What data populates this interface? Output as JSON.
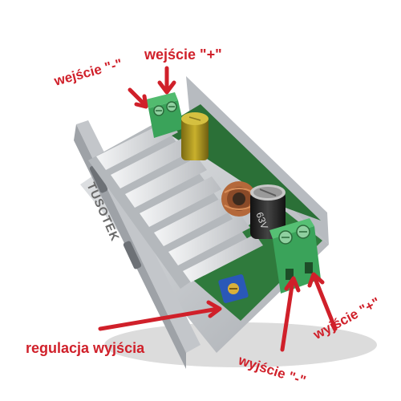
{
  "labels": {
    "input_minus": "wejście \"-\"",
    "input_plus": "wejście \"+\"",
    "output_regulation": "regulacja wyjścia",
    "output_minus": "wyjście \"-\"",
    "output_plus": "wyjście \"+\""
  },
  "device": {
    "brand": "TUSOTEK",
    "capacitor_marking": "63V"
  },
  "colors": {
    "annotation_red": "#d0202a",
    "terminal_green": "#3aa35a",
    "pcb_green": "#2f7a3c",
    "aluminium": "#c9ccd0",
    "trimmer_blue": "#2a58b8"
  }
}
